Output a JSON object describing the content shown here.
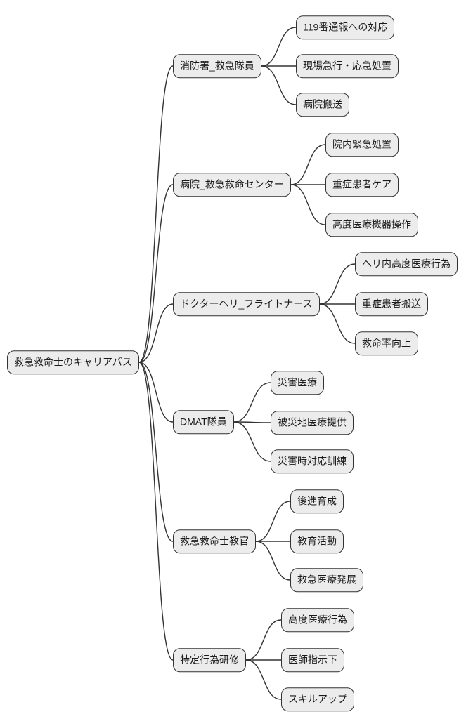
{
  "diagram": {
    "type": "mindmap",
    "root": {
      "label": "救急救命士のキャリアパス"
    },
    "branches": [
      {
        "label": "消防署_救急隊員",
        "children": [
          {
            "label": "119番通報への対応"
          },
          {
            "label": "現場急行・応急処置"
          },
          {
            "label": "病院搬送"
          }
        ]
      },
      {
        "label": "病院_救急救命センター",
        "children": [
          {
            "label": "院内緊急処置"
          },
          {
            "label": "重症患者ケア"
          },
          {
            "label": "高度医療機器操作"
          }
        ]
      },
      {
        "label": "ドクターヘリ_フライトナース",
        "children": [
          {
            "label": "ヘリ内高度医療行為"
          },
          {
            "label": "重症患者搬送"
          },
          {
            "label": "救命率向上"
          }
        ]
      },
      {
        "label": "DMAT隊員",
        "children": [
          {
            "label": "災害医療"
          },
          {
            "label": "被災地医療提供"
          },
          {
            "label": "災害時対応訓練"
          }
        ]
      },
      {
        "label": "救急救命士教官",
        "children": [
          {
            "label": "後進育成"
          },
          {
            "label": "教育活動"
          },
          {
            "label": "救急医療発展"
          }
        ]
      },
      {
        "label": "特定行為研修",
        "children": [
          {
            "label": "高度医療行為"
          },
          {
            "label": "医師指示下"
          },
          {
            "label": "スキルアップ"
          }
        ]
      }
    ],
    "colors": {
      "node_fill": "#ececec",
      "node_border": "#333333",
      "connector_line": "#333333",
      "text": "#1a1a1a",
      "background": "#ffffff"
    }
  }
}
